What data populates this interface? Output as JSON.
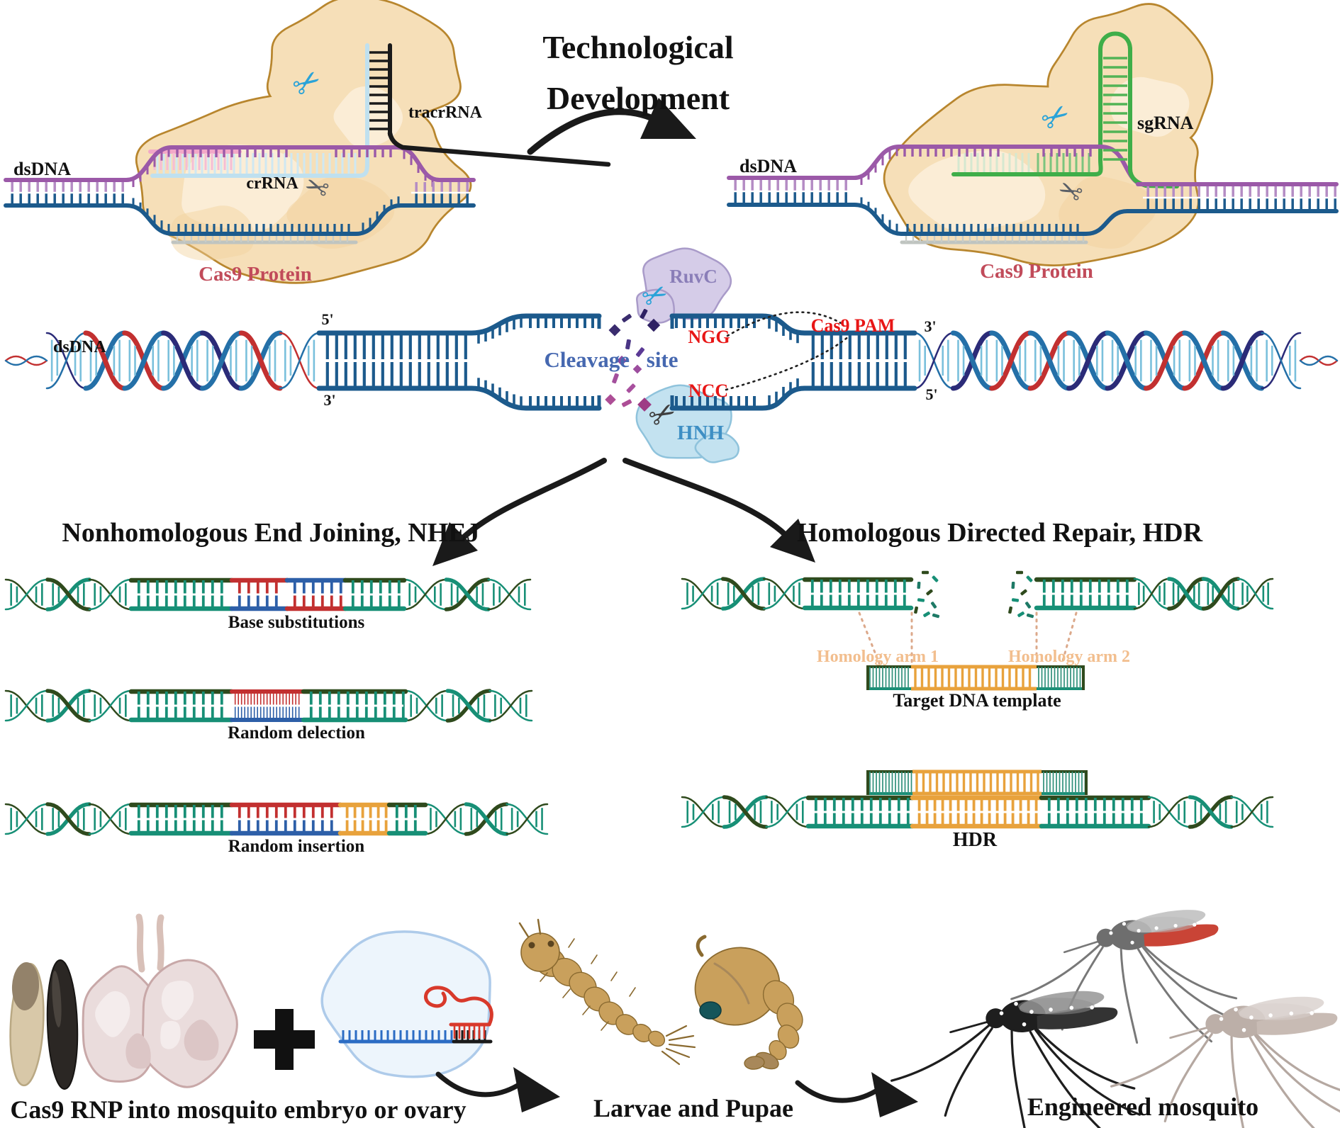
{
  "title": {
    "line1": "Technological",
    "line2": "Development"
  },
  "top_left_complex": {
    "dsdna_label": "dsDNA",
    "crrna_label": "crRNA",
    "tracrrna_label": "tracrRNA",
    "protein_label": "Cas9 Protein"
  },
  "top_right_complex": {
    "dsdna_label": "dsDNA",
    "sgrna_label": "sgRNA",
    "protein_label": "Cas9 Protein"
  },
  "middle": {
    "dsdna_label": "dsDNA",
    "five_prime_left": "5'",
    "three_prime_left": "3'",
    "three_prime_right": "3'",
    "five_prime_right": "5'",
    "cleavage_label": "Cleavage site",
    "ruvc_label": "RuvC",
    "hnh_label": "HNH",
    "ngg_label": "NGG",
    "ncc_label": "NCC",
    "pam_label": "Cas9 PAM"
  },
  "nhej": {
    "title": "Nonhomologous End Joining, NHEJ",
    "row1_label": "Base substitutions",
    "row2_label": "Random delection",
    "row3_label": "Random insertion"
  },
  "hdr": {
    "title": "Homologous Directed Repair, HDR",
    "arm1_label": "Homology arm 1",
    "arm2_label": "Homology arm 2",
    "template_label": "Target DNA template",
    "result_label": "HDR"
  },
  "bottom": {
    "step1_label": "Cas9 RNP into mosquito embryo or ovary",
    "step2_label": "Larvae and Pupae",
    "step3_label": "Engineered mosquito"
  },
  "colors": {
    "protein_fill": "#F6DFB8",
    "protein_stroke": "#B8862E",
    "cas9_text": "#C14B5A",
    "purple_strand": "#9B59A8",
    "blue_strand": "#1C5A8C",
    "crrna": "#BFE0EF",
    "pink": "#F2A8C8",
    "sgRNA_green": "#3FAE49",
    "ruvc_fill": "#D5CCE8",
    "ruvc_text": "#8A7EB8",
    "hnh_fill": "#C3E2F0",
    "hnh_text": "#3E8FC4",
    "red_label": "#E81616",
    "cleavage_text": "#4668B0",
    "helix_red": "#C23030",
    "helix_blue": "#2470A8",
    "helix_navy": "#2B2B78",
    "green_teal": "#178F76",
    "green_dark": "#2F4A1D",
    "seg_red": "#C23030",
    "seg_blue": "#2D5FA8",
    "seg_orange": "#E8A23C",
    "arm_text": "#F2BE8E",
    "arrow_black": "#1A1A1A",
    "scissor_blue": "#2AA3D8",
    "scissor_gray": "#5A5F66"
  }
}
